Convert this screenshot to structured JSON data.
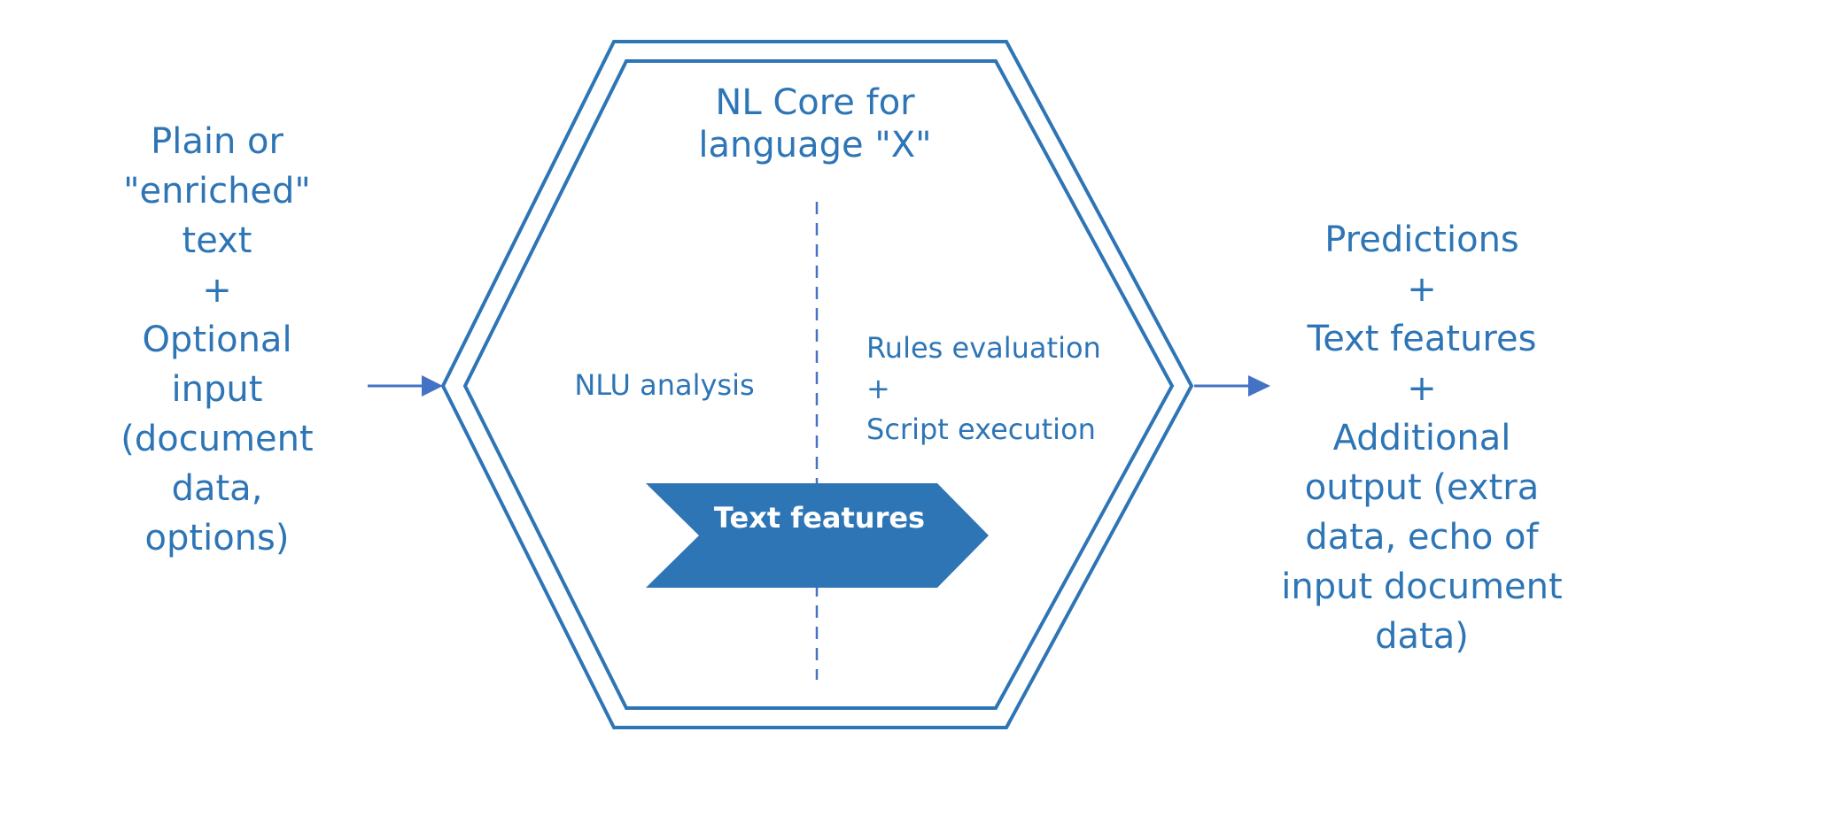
{
  "colors": {
    "text": "#2e75b6",
    "shape_stroke": "#2e75b6",
    "chevron_fill": "#2e75b6",
    "arrow": "#4472c4",
    "chevron_text": "#ffffff",
    "background": "#ffffff"
  },
  "input": {
    "text": "Plain or\n\"enriched\"\ntext\n+\nOptional\ninput\n(document\ndata,\noptions)"
  },
  "core": {
    "title": "NL Core for\nlanguage \"X\"",
    "left_section": "NLU analysis",
    "right_section": "Rules evaluation\n+\nScript execution",
    "shared_output": "Text\nfeatures"
  },
  "output": {
    "text": "Predictions\n+\nText features\n+\nAdditional\noutput (extra\ndata, echo of\ninput document\ndata)"
  },
  "edges": [
    {
      "from": "input",
      "to": "core",
      "icon": "arrow-right-icon"
    },
    {
      "from": "core",
      "to": "output",
      "icon": "arrow-right-icon"
    }
  ]
}
